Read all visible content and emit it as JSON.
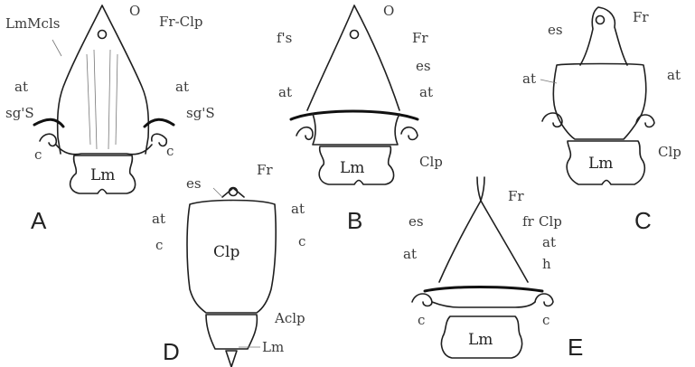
{
  "figure": {
    "panels": {
      "A": {
        "letter": "A",
        "labels": {
          "lmmcls": "LmMcls",
          "o": "O",
          "frclp": "Fr-Clp",
          "at_left": "at",
          "at_right": "at",
          "sgs_left": "sg'S",
          "sgs_right": "sg'S",
          "c_left": "c",
          "c_right": "c",
          "lm": "Lm"
        }
      },
      "B": {
        "letter": "B",
        "labels": {
          "fs": "f's",
          "o": "O",
          "fr": "Fr",
          "es": "es",
          "at_left": "at",
          "at_right": "at",
          "clp": "Clp",
          "lm": "Lm"
        }
      },
      "C": {
        "letter": "C",
        "labels": {
          "es": "es",
          "fr": "Fr",
          "at_left": "at",
          "at_right": "at",
          "clp": "Clp",
          "lm": "Lm"
        }
      },
      "D": {
        "letter": "D",
        "labels": {
          "es": "es",
          "fr": "Fr",
          "at_left": "at",
          "at_right": "at",
          "c_left": "c",
          "c_right": "c",
          "clp": "Clp",
          "aclp": "Aclp",
          "lm": "Lm"
        }
      },
      "E": {
        "letter": "E",
        "labels": {
          "fr": "Fr",
          "fr_lower": "fr",
          "es": "es",
          "clp": "Clp",
          "at_left": "at",
          "at_right": "at",
          "h": "h",
          "c_left": "c",
          "c_right": "c",
          "lm": "Lm"
        }
      }
    }
  }
}
